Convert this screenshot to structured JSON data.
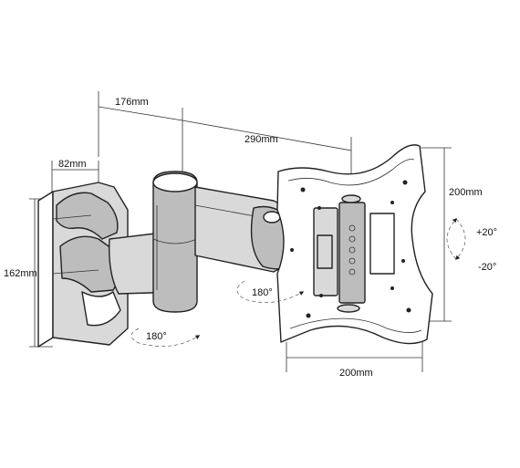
{
  "dimensions": {
    "top_left_arm": "176mm",
    "top_right_arm": "290mm",
    "wall_plate_depth": "82mm",
    "wall_plate_height": "162mm",
    "vesa_height": "200mm",
    "vesa_width": "200mm"
  },
  "rotation": {
    "arm_swivel_upper": "180°",
    "arm_swivel_lower": "180°",
    "tilt_up": "+20°",
    "tilt_down": "-20°"
  }
}
